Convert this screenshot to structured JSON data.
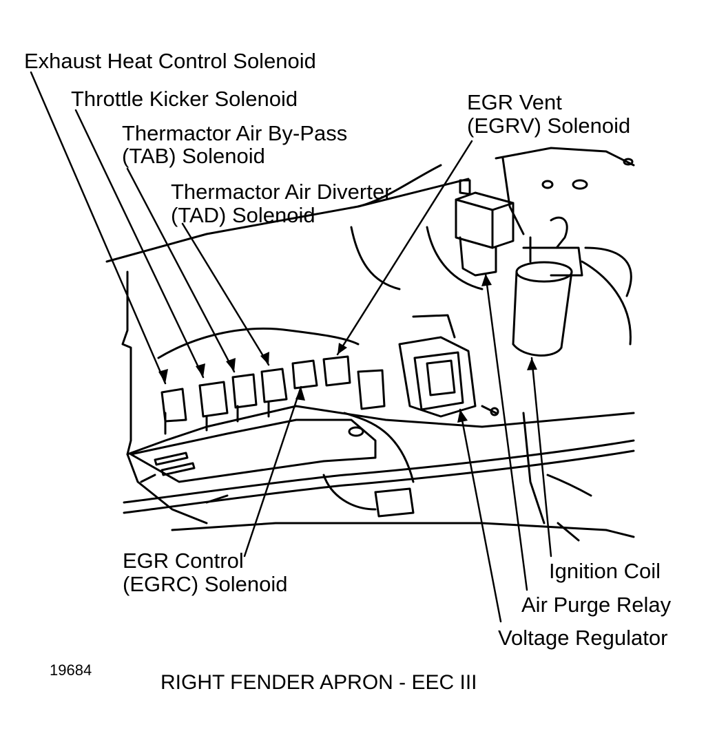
{
  "labels": {
    "exhaust_heat": "Exhaust Heat Control Solenoid",
    "throttle_kicker": "Throttle Kicker Solenoid",
    "tab_line1": "Thermactor Air By-Pass",
    "tab_line2": "(TAB) Solenoid",
    "tad_line1": "Thermactor Air Diverter",
    "tad_line2": "(TAD) Solenoid",
    "egrv_line1": "EGR Vent",
    "egrv_line2": "(EGRV) Solenoid",
    "egrc_line1": "EGR Control",
    "egrc_line2": "(EGRC) Solenoid",
    "ignition_coil": "Ignition Coil",
    "air_purge_relay": "Air Purge Relay",
    "voltage_regulator": "Voltage Regulator"
  },
  "figure_number": "19684",
  "caption": "RIGHT FENDER APRON - EEC III",
  "colors": {
    "ink": "#000000",
    "paper": "#ffffff"
  }
}
